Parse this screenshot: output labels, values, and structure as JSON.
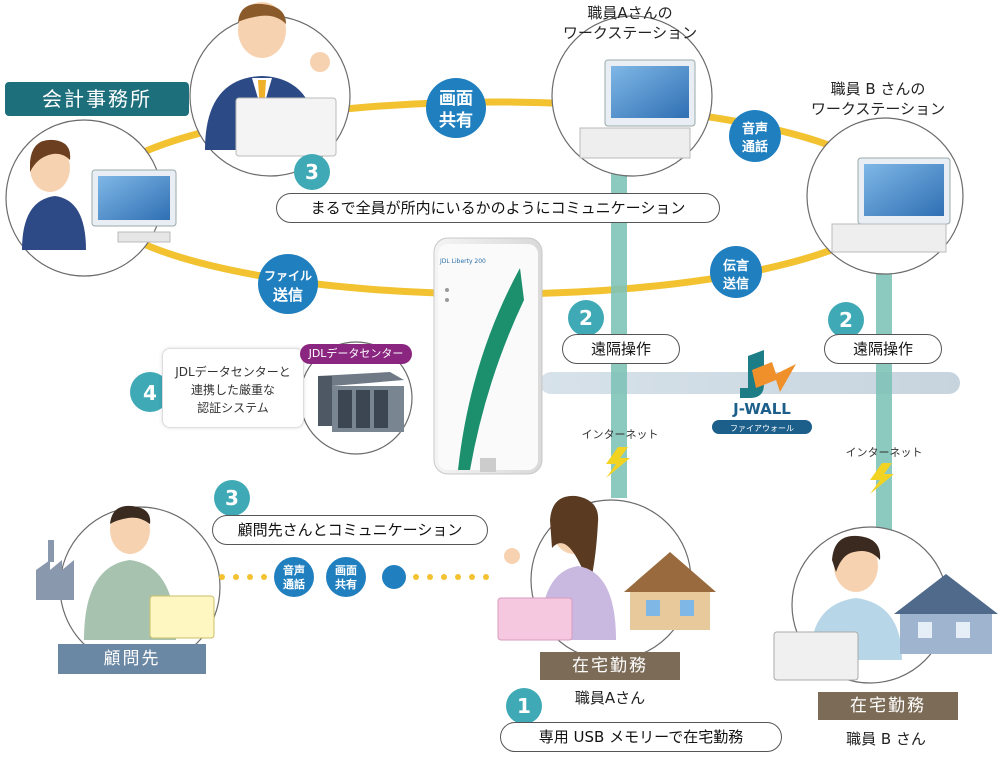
{
  "office": {
    "label": "会計事務所"
  },
  "workstation_a": {
    "line1": "職員Aさんの",
    "line2": "ワークステーション"
  },
  "workstation_b": {
    "line1": "職員 B さんの",
    "line2": "ワークステーション"
  },
  "ring_badges": {
    "screen_share": [
      "画面",
      "共有"
    ],
    "voice_call": [
      "音声",
      "通話"
    ],
    "file_send": [
      "ファイル",
      "送信"
    ],
    "message_send": [
      "伝言",
      "送信"
    ]
  },
  "steps": {
    "step3_office": {
      "number": "3",
      "text": "まるで全員が所内にいるかのようにコミュニケーション"
    },
    "step2_a": {
      "number": "2",
      "text": "遠隔操作"
    },
    "step2_b": {
      "number": "2",
      "text": "遠隔操作"
    },
    "step4": {
      "number": "4",
      "text_lines": [
        "JDLデータセンターと",
        "連携した厳重な",
        "認証システム"
      ]
    },
    "step3_advisor": {
      "number": "3",
      "text": "顧問先さんとコミュニケーション"
    },
    "step1": {
      "number": "1",
      "text": "専用 USB メモリーで在宅勤務"
    }
  },
  "datacenter": {
    "label": "JDLデータセンター"
  },
  "server": {
    "brand": "JDL Liberty 200"
  },
  "firewall": {
    "name": "J-WALL",
    "subtitle": "ファイアウォール"
  },
  "internet": {
    "label_a": "インターネット",
    "label_b": "インターネット"
  },
  "advisor": {
    "label": "顧問先",
    "badges": {
      "voice_call": [
        "音声",
        "通話"
      ],
      "screen_share": [
        "画面",
        "共有"
      ]
    }
  },
  "staff_a": {
    "badge": "在宅勤務",
    "name": "職員Aさん"
  },
  "staff_b": {
    "badge": "在宅勤務",
    "name": "職員 B さん"
  },
  "colors": {
    "ring": "#f2c230",
    "arrow": "#7fc3b8",
    "badge_blue": "#1f7fbf",
    "step_teal": "#3fa9b5",
    "office_tag": "#1d6f7b",
    "work_tag": "#7c6b56",
    "advisor_tag": "#6a87a3",
    "firewall_teal": "#1c7d86",
    "firewall_orange": "#f0902a"
  }
}
